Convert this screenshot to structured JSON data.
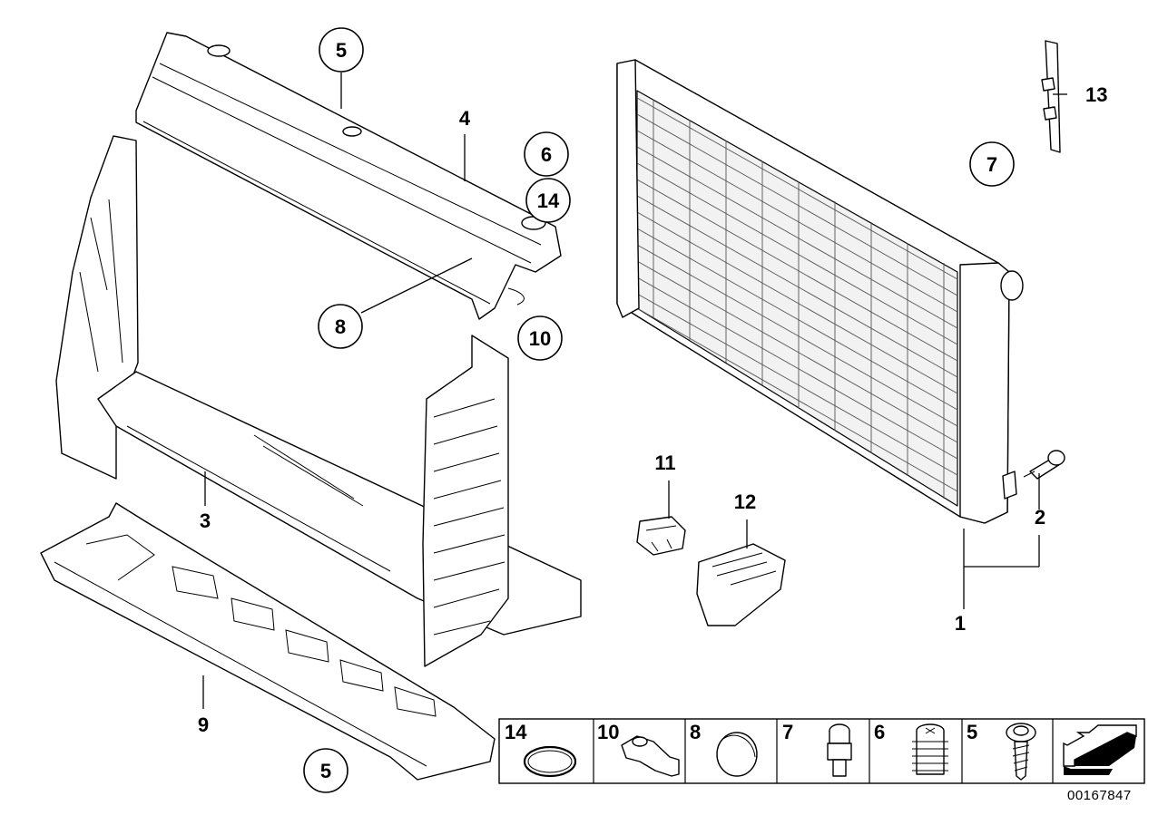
{
  "callouts": [
    {
      "id": "c5a",
      "label": "5",
      "circled": true
    },
    {
      "id": "c4",
      "label": "4",
      "circled": false
    },
    {
      "id": "c6",
      "label": "6",
      "circled": true
    },
    {
      "id": "c14",
      "label": "14",
      "circled": true
    },
    {
      "id": "c8",
      "label": "8",
      "circled": true
    },
    {
      "id": "c10",
      "label": "10",
      "circled": true
    },
    {
      "id": "c3",
      "label": "3",
      "circled": false
    },
    {
      "id": "c9",
      "label": "9",
      "circled": false
    },
    {
      "id": "c5b",
      "label": "5",
      "circled": true
    },
    {
      "id": "c7",
      "label": "7",
      "circled": true
    },
    {
      "id": "c13",
      "label": "13",
      "circled": false
    },
    {
      "id": "c11",
      "label": "11",
      "circled": false
    },
    {
      "id": "c12",
      "label": "12",
      "circled": false
    },
    {
      "id": "c2",
      "label": "2",
      "circled": false
    },
    {
      "id": "c1",
      "label": "1",
      "circled": false
    }
  ],
  "legend": [
    {
      "label": "14",
      "icon": "o-ring-seal-icon"
    },
    {
      "label": "10",
      "icon": "rubber-bushing-icon"
    },
    {
      "label": "8",
      "icon": "plug-cap-icon"
    },
    {
      "label": "7",
      "icon": "expansion-rivet-icon"
    },
    {
      "label": "6",
      "icon": "rubber-mount-icon"
    },
    {
      "label": "5",
      "icon": "screw-icon"
    },
    {
      "label": "",
      "icon": "direction-arrow-icon"
    }
  ],
  "drawing_number": "00167847"
}
